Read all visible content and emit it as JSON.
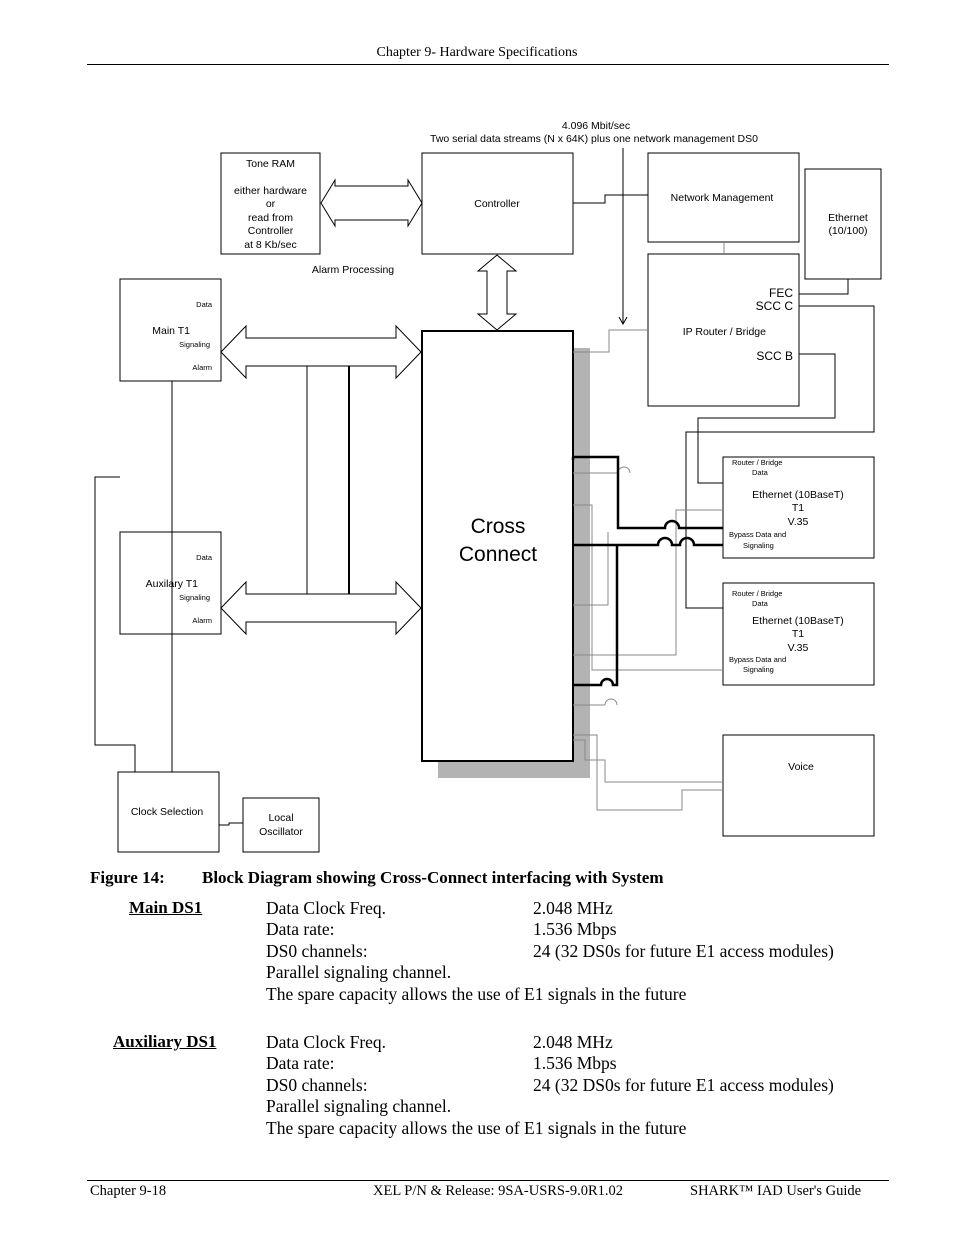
{
  "header": {
    "chapter_title": "Chapter 9- Hardware Specifications"
  },
  "diagram": {
    "top_note_line1": "4.096 Mbit/sec",
    "top_note_line2": "Two serial data streams (N x 64K) plus one network management DS0",
    "tone_ram": [
      "Tone RAM",
      "",
      "either hardware",
      "or",
      "read from",
      "Controller",
      "at 8 Kb/sec"
    ],
    "controller": "Controller",
    "network_management": "Network Management",
    "ethernet_10_100": [
      "Ethernet",
      "(10/100)"
    ],
    "alarm_processing": "Alarm Processing",
    "main_t1": {
      "name": "Main T1",
      "data": "Data",
      "signaling": "Signaling",
      "alarm": "Alarm"
    },
    "aux_t1": {
      "name": "Auxilary T1",
      "data": "Data",
      "signaling": "Signaling",
      "alarm": "Alarm"
    },
    "ip_router": {
      "name": "IP Router / Bridge",
      "fec": "FEC",
      "scc_c": "SCC C",
      "scc_b": "SCC B"
    },
    "cross_connect": [
      "Cross",
      "Connect"
    ],
    "module1": {
      "rb": "Router / Bridge",
      "data": "Data",
      "lines": [
        "Ethernet (10BaseT)",
        "T1",
        "V.35"
      ],
      "bypass": "Bypass Data and",
      "signaling": "Signaling"
    },
    "module2": {
      "rb": "Router / Bridge",
      "data": "Data",
      "lines": [
        "Ethernet (10BaseT)",
        "T1",
        "V.35"
      ],
      "bypass": "Bypass Data and",
      "signaling": "Signaling"
    },
    "voice": "Voice",
    "clock_selection": "Clock Selection",
    "local_oscillator": [
      "Local",
      "Oscillator"
    ]
  },
  "caption": {
    "figure_number": "Figure 14:",
    "figure_title": "Block Diagram showing Cross-Connect interfacing with System"
  },
  "specs": [
    {
      "title": "Main DS1",
      "rows": [
        {
          "label": "Data Clock Freq.",
          "value": "2.048 MHz"
        },
        {
          "label": "Data rate:",
          "value": "1.536 Mbps"
        },
        {
          "label": "DS0 channels:",
          "value": "24 (32 DS0s for future E1 access modules)"
        },
        {
          "label": "Parallel signaling channel.",
          "value": ""
        },
        {
          "label": "The spare capacity allows the use of E1 signals in the future",
          "value": ""
        }
      ]
    },
    {
      "title": "Auxiliary DS1",
      "rows": [
        {
          "label": "Data Clock Freq.",
          "value": "2.048 MHz"
        },
        {
          "label": "Data rate:",
          "value": "1.536 Mbps"
        },
        {
          "label": "DS0 channels:",
          "value": "24 (32 DS0s for future E1 access modules)"
        },
        {
          "label": "Parallel signaling channel.",
          "value": ""
        },
        {
          "label": "The spare capacity allows the use of E1 signals in the future",
          "value": ""
        }
      ]
    }
  ],
  "footer": {
    "left": "Chapter 9-18",
    "center": "XEL P/N & Release: 9SA-USRS-9.0R1.02",
    "right": "SHARK™ IAD User's Guide"
  }
}
